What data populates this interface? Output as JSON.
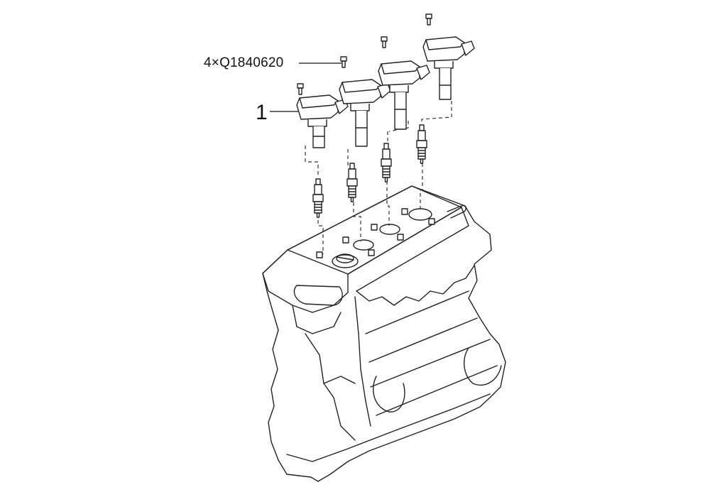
{
  "callouts": {
    "bolt": {
      "text": "4×Q1840620",
      "target": "coil-mounting-bolt"
    },
    "part": {
      "text": "1",
      "target": "ignition-coil"
    }
  },
  "colors": {
    "line": "#222222",
    "background": "#ffffff"
  }
}
